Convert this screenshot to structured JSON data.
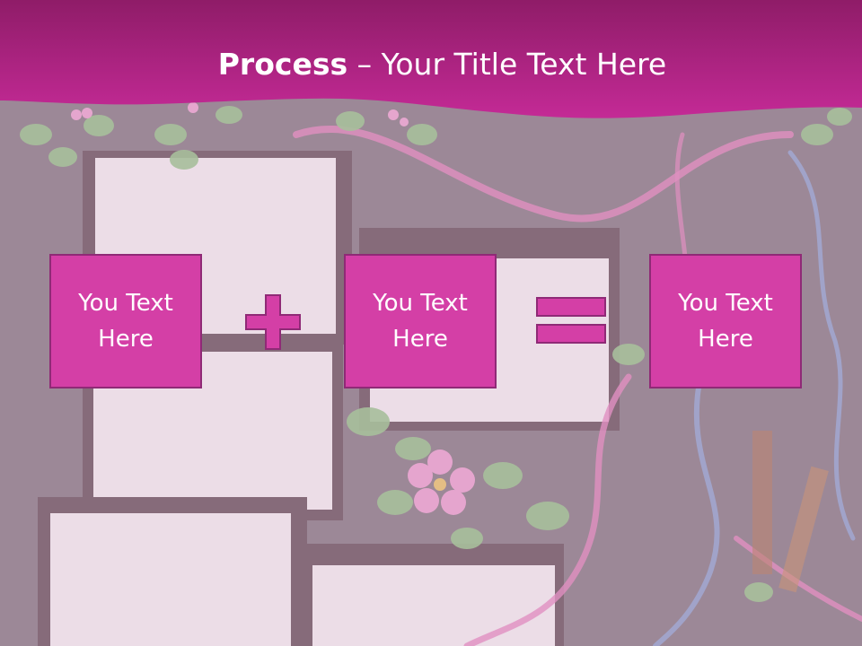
{
  "slide": {
    "title_bold": "Process",
    "title_rest": " – Your Title Text Here"
  },
  "boxes": [
    {
      "label": "You Text Here"
    },
    {
      "label": "You Text Here"
    },
    {
      "label": "You Text Here"
    }
  ],
  "operators": {
    "plus_icon": "plus-icon",
    "equals_icon": "equals-icon"
  },
  "colors": {
    "header": "#b8228a",
    "box_fill": "#d43fa6",
    "box_border": "#8f2a76",
    "background": "#8f7c8a",
    "title_text": "#ffffff"
  }
}
